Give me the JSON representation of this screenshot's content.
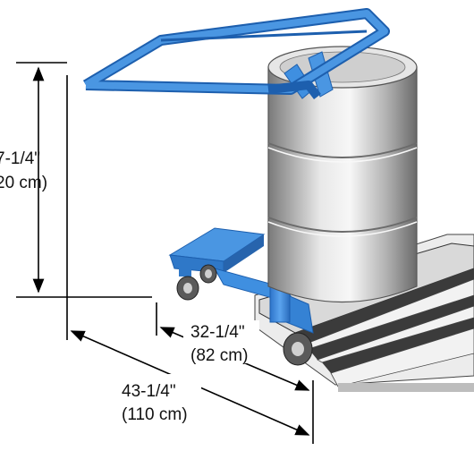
{
  "dimensions": {
    "height": {
      "imperial": "7-1/4\"",
      "metric": "20 cm)"
    },
    "width": {
      "imperial": "32-1/4\"",
      "metric": "(82 cm)"
    },
    "length": {
      "imperial": "43-1/4\"",
      "metric": "(110 cm)"
    }
  },
  "colors": {
    "frame_blue": "#3f8fe0",
    "frame_blue_dark": "#1d5fae",
    "drum_light": "#f4f4f4",
    "drum_mid": "#b9b9b9",
    "drum_dark": "#6e6e6e",
    "pallet_light": "#d7d7d7",
    "pallet_dark": "#3a3a3a",
    "wheel": "#5a5a5a"
  }
}
